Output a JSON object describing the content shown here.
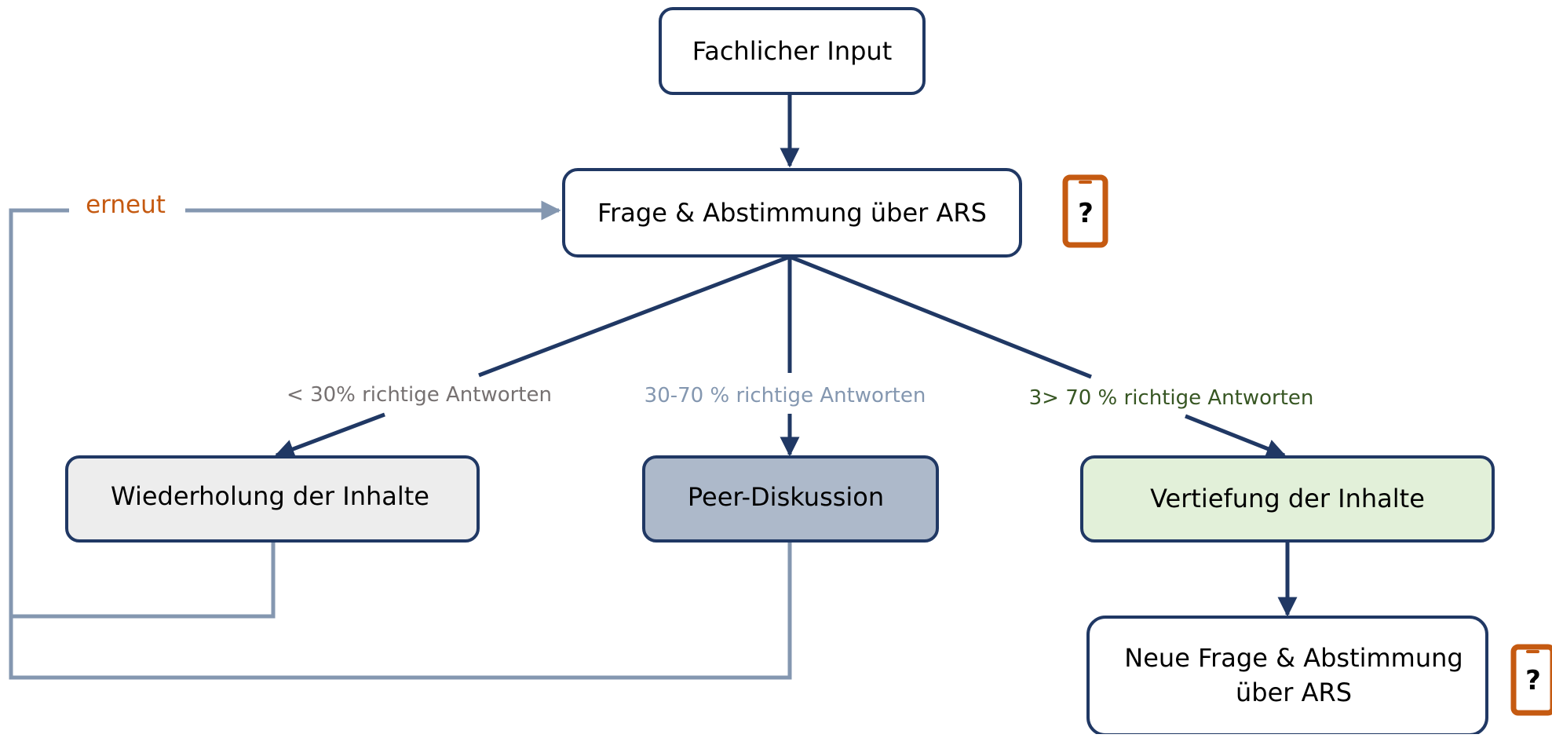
{
  "colors": {
    "primary": "#203864",
    "muted": "#8497b0",
    "orange": "#c55a11",
    "green_text": "#375623",
    "gray_text": "#767171",
    "fill_gray": "#ededed",
    "fill_blue": "#adb9ca",
    "fill_green": "#e2f0d9",
    "fill_white": "#ffffff"
  },
  "nodes": {
    "input": {
      "label": "Fachlicher Input"
    },
    "question": {
      "label": "Frage & Abstimmung über ARS"
    },
    "repeat": {
      "label": "Wiederholung der Inhalte"
    },
    "peer": {
      "label": "Peer-Diskussion"
    },
    "deepen": {
      "label": "Vertiefung der Inhalte"
    },
    "new_question": {
      "line1": "Neue Frage & Abstimmung",
      "line2": "über ARS"
    }
  },
  "edges": {
    "low": "< 30% richtige Antworten",
    "mid": "30-70 % richtige Antworten",
    "high": "3> 70 % richtige Antworten",
    "loop": "erneut"
  },
  "icons": {
    "phone_glyph": "?",
    "phone_icon_name": "mobile-question-icon"
  }
}
